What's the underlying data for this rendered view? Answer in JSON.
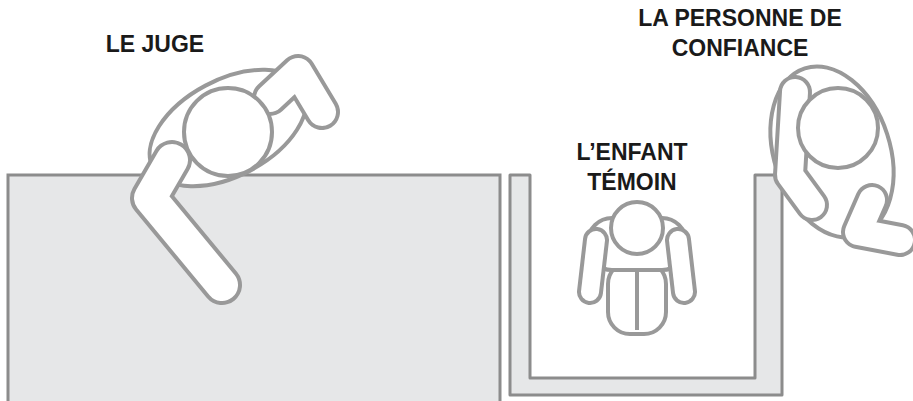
{
  "diagram": {
    "labels": [
      "LE JUGE",
      "L’ENFANT TÉMOIN",
      "LA PERSONNE DE CONFIANCE"
    ]
  }
}
